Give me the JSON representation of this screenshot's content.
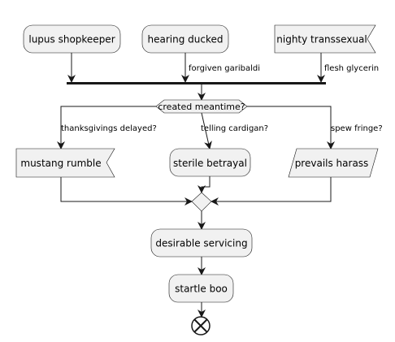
{
  "diagram": {
    "nodes": {
      "lupus": "lupus shopkeeper",
      "hearing": "hearing ducked",
      "nighty": "nighty transsexual",
      "decision": "created meantime?",
      "mustang": "mustang rumble",
      "sterile": "sterile betrayal",
      "prevails": "prevails harass",
      "desirable": "desirable servicing",
      "startle": "startle boo"
    },
    "edges": {
      "forgiven": "forgiven garibaldi",
      "flesh": "flesh glycerin",
      "thanksgivings": "thanksgivings delayed?",
      "telling": "telling cardigan?",
      "spew": "spew fringe?"
    },
    "colors": {
      "node_fill": "#f1f1f1",
      "stroke": "#181818"
    },
    "icons": {
      "end": "end-circle-icon"
    }
  }
}
